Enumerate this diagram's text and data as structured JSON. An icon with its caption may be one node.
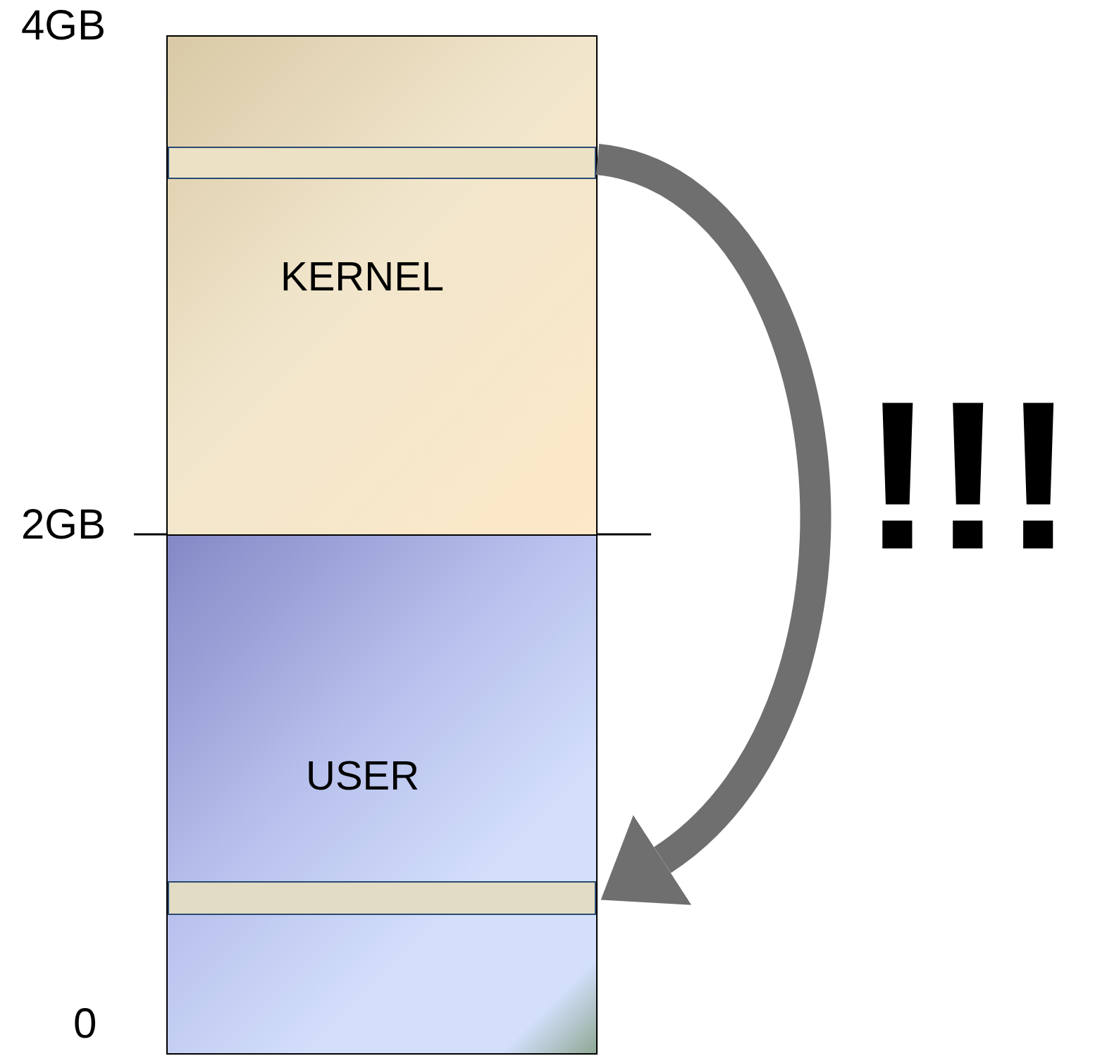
{
  "diagram": {
    "nodes": [
      {
        "text": [
          "KERNEL"
        ]
      },
      {
        "text": [
          "USER"
        ]
      },
      {
        "text": [],
        "shape": "box",
        "in": 0
      },
      {
        "text": [],
        "shape": "box",
        "in": 1
      }
    ],
    "edges": [
      {
        "from": 2,
        "to": 3,
        "arrow": "to"
      }
    ],
    "labels": [
      "4GB",
      "2GB",
      "0",
      "!!!"
    ]
  }
}
